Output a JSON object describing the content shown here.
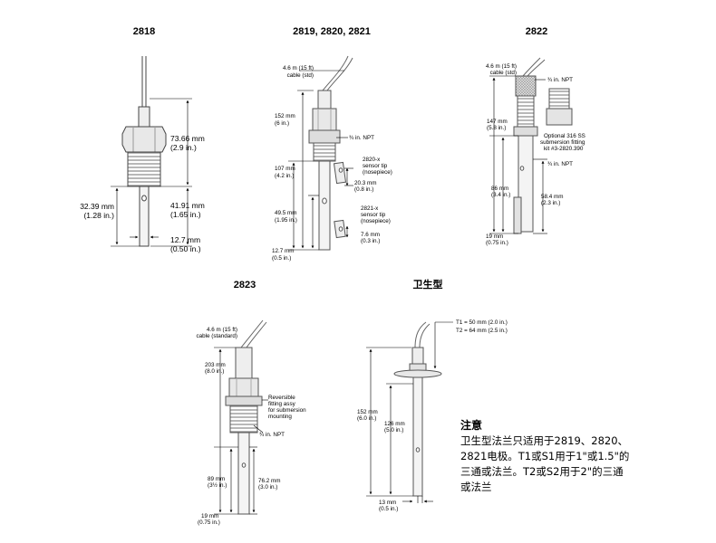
{
  "titles": {
    "m2818": "2818",
    "m2819": "2819, 2820, 2821",
    "m2822": "2822",
    "m2823": "2823",
    "sanitary": "卫生型"
  },
  "m2818": {
    "dim_top_mm": "73.66 mm",
    "dim_top_in": "(2.9 in.)",
    "dim_mid_mm": "41.91 mm",
    "dim_mid_in": "(1.65 in.)",
    "dim_left_mm": "32.39 mm",
    "dim_left_in": "(1.28 in.)",
    "dim_dia_mm": "12.7 mm",
    "dim_dia_in": "(0.50 in.)"
  },
  "m2819": {
    "cable_1": "4.6 m (15 ft)",
    "cable_2": "cable (std)",
    "d152_mm": "152 mm",
    "d152_in": "(6 in.)",
    "npt": "¾ in. NPT",
    "d107_mm": "107 mm",
    "d107_in": "(4.2 in.)",
    "d49_mm": "49.5 mm",
    "d49_in": "(1.95 in.)",
    "d12_mm": "12.7 mm",
    "d12_in": "(0.5 in.)",
    "tip2820_1": "2820-x",
    "tip2820_2": "sensor tip",
    "tip2820_3": "(nosepiece)",
    "d20_mm": "20.3 mm",
    "d20_in": "(0.8 in.)",
    "tip2821_1": "2821-x",
    "tip2821_2": "sensor tip",
    "tip2821_3": "(nosepiece)",
    "d7_mm": "7.6 mm",
    "d7_in": "(0.3 in.)"
  },
  "m2822": {
    "cable_1": "4.6 m (15 ft)",
    "cable_2": "cable (std)",
    "npt_top": "¾ in. NPT",
    "d147_mm": "147 mm",
    "d147_in": "(5.8 in.)",
    "kit_1": "Optional 316 SS",
    "kit_2": "submersion fitting",
    "kit_3": "kit #3-2820.390",
    "npt_bottom": "¾ in. NPT",
    "d86_mm": "86 mm",
    "d86_in": "(3.4 in.)",
    "d58_mm": "58.4 mm",
    "d58_in": "(2.3 in.)",
    "d19_mm": "19 mm",
    "d19_in": "(0.75 in.)"
  },
  "m2823": {
    "cable_1": "4.6 m (15 ft)",
    "cable_2": "cable (standard)",
    "d203_mm": "203 mm",
    "d203_in": "(8.0 in.)",
    "rev_1": "Reversible",
    "rev_2": "fitting assy",
    "rev_3": "for submersion",
    "rev_4": "mounting",
    "npt": "¾ in. NPT",
    "d89_mm": "89 mm",
    "d89_in": "(3½ in.)",
    "d76_mm": "76.2 mm",
    "d76_in": "(3.0 in.)",
    "d19_mm": "19 mm",
    "d19_in": "(0.75 in.)"
  },
  "sanitary": {
    "t1": "T1 = 50 mm (2.0 in.)",
    "t2": "T2 = 64 mm (2.5 in.)",
    "d152_mm": "152 mm",
    "d152_in": "(6.0 in.)",
    "d126_mm": "126 mm",
    "d126_in": "(5.0 in.)",
    "d13_mm": "13 mm",
    "d13_in": "(0.5 in.)"
  },
  "note": {
    "title": "注意",
    "body": "卫生型法兰只适用于2819、2820、\n2821电极。T1或S1用于1\"或1.5\"的\n三通或法兰。T2或S2用于2\"的三通\n或法兰"
  }
}
